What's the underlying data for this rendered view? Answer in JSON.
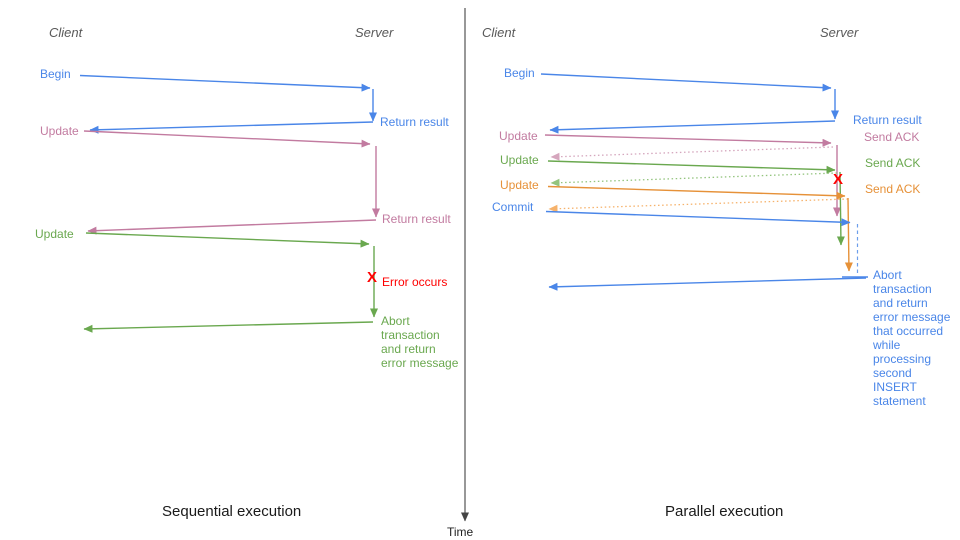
{
  "colors": {
    "blue": "#4a86e8",
    "bluelight": "#6d9eeb",
    "pink": "#c27ba0",
    "pinklight": "#d5a6bd",
    "green": "#6aa84f",
    "greenlight": "#93c47d",
    "orange": "#e69138",
    "orangelight": "#f6b26b",
    "red": "#ff0000",
    "gray": "#595959",
    "axis": "#444444"
  },
  "left": {
    "caption": "Sequential execution",
    "client_header": "Client",
    "server_header": "Server",
    "begin_label": "Begin",
    "return_result_1": "Return result",
    "update_1": "Update",
    "return_result_2": "Return result",
    "update_2": "Update",
    "error_x": "X",
    "error_label": "Error occurs",
    "abort_lines": [
      "Abort",
      "transaction",
      "and return",
      "error message"
    ]
  },
  "right": {
    "caption": "Parallel execution",
    "client_header": "Client",
    "server_header": "Server",
    "begin_label": "Begin",
    "return_result": "Return result",
    "update_1": "Update",
    "send_ack_1": "Send ACK",
    "update_2": "Update",
    "send_ack_2": "Send ACK",
    "update_3": "Update",
    "send_ack_3": "Send ACK",
    "commit_label": "Commit",
    "error_x": "X",
    "abort_lines": [
      "Abort",
      "transaction",
      "and return",
      "error message",
      "that occurred",
      "while",
      "processing",
      "second",
      "INSERT",
      "statement"
    ]
  },
  "axis": {
    "label": "Time"
  }
}
